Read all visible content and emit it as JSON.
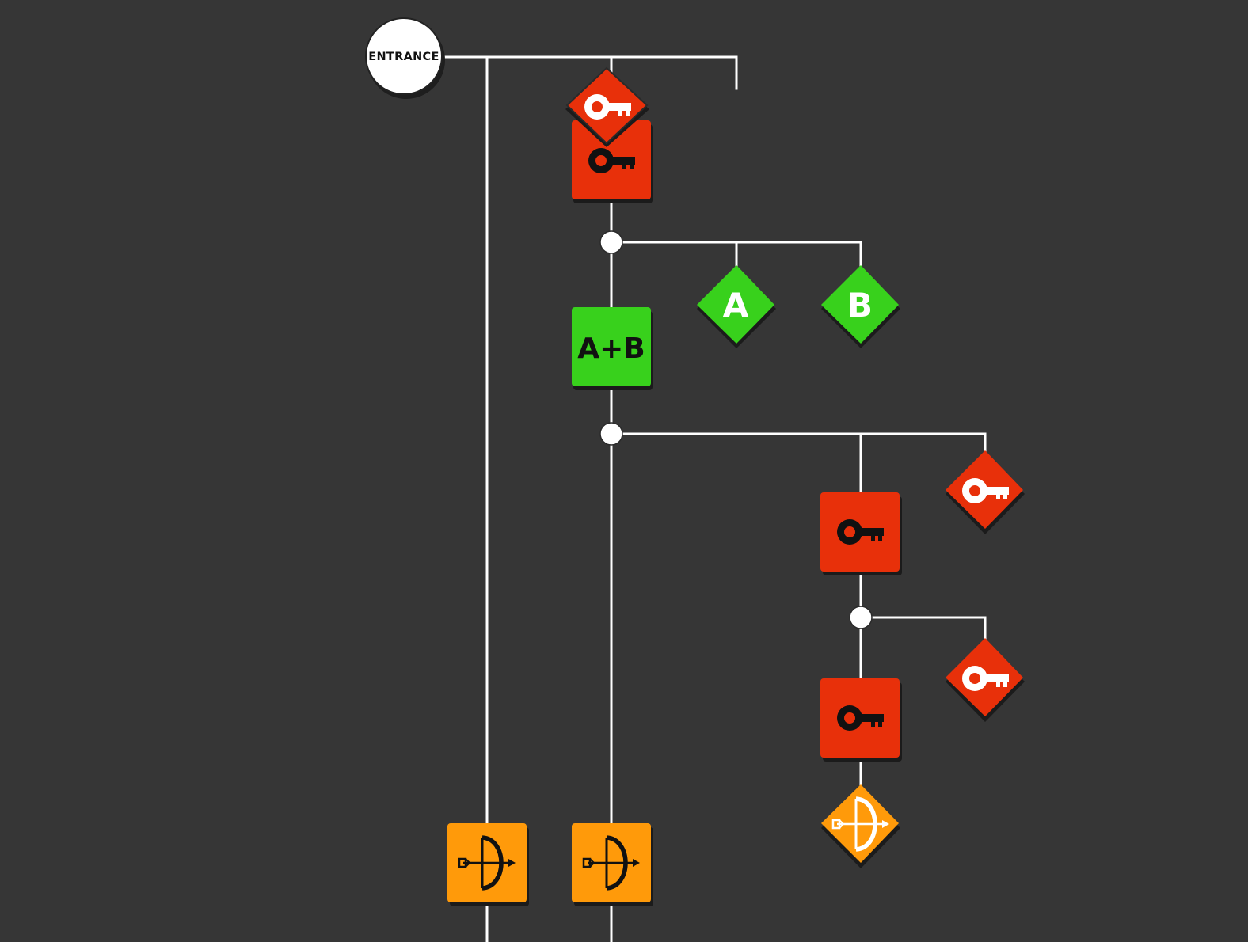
{
  "diagram": {
    "background": "#363636",
    "colors": {
      "red": "#e8300a",
      "green": "#38d11c",
      "orange": "#ff9a0a",
      "line": "#ffffff",
      "entrance_fill": "#ffffff"
    },
    "entrance": {
      "label": "ENTRANCE"
    },
    "nodes": [
      {
        "id": "key-item-1",
        "shape": "diamond",
        "color": "red",
        "icon": "key-icon"
      },
      {
        "id": "key-lock-1",
        "shape": "square",
        "color": "red",
        "icon": "key-icon"
      },
      {
        "id": "item-a",
        "shape": "diamond",
        "color": "green",
        "label": "A"
      },
      {
        "id": "item-b",
        "shape": "diamond",
        "color": "green",
        "label": "B"
      },
      {
        "id": "lock-ab",
        "shape": "square",
        "color": "green",
        "label": "A+B"
      },
      {
        "id": "key-item-2",
        "shape": "diamond",
        "color": "red",
        "icon": "key-icon"
      },
      {
        "id": "key-lock-2",
        "shape": "square",
        "color": "red",
        "icon": "key-icon"
      },
      {
        "id": "key-item-3",
        "shape": "diamond",
        "color": "red",
        "icon": "key-icon"
      },
      {
        "id": "key-lock-3",
        "shape": "square",
        "color": "red",
        "icon": "key-icon"
      },
      {
        "id": "bow-item",
        "shape": "diamond",
        "color": "orange",
        "icon": "bow-icon"
      },
      {
        "id": "bow-lock-1",
        "shape": "square",
        "color": "orange",
        "icon": "bow-icon"
      },
      {
        "id": "bow-lock-2",
        "shape": "square",
        "color": "orange",
        "icon": "bow-icon"
      }
    ]
  }
}
